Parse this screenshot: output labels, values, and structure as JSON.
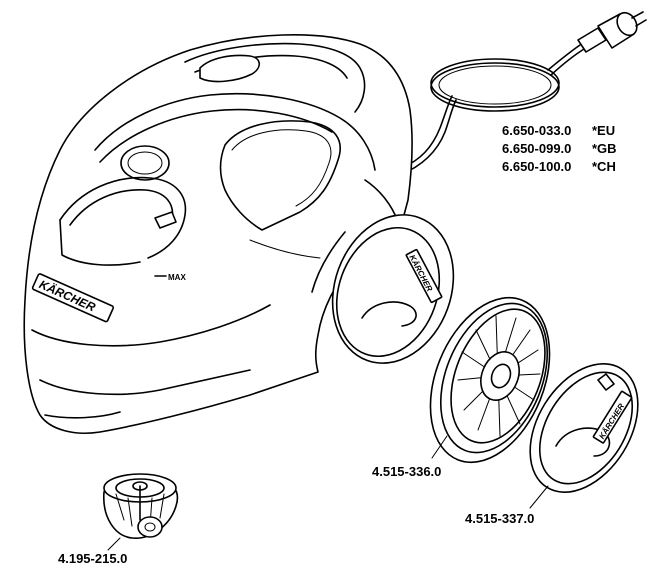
{
  "parts": {
    "power_cord": {
      "lines": [
        {
          "number": "6.650-033.0",
          "suffix": "*EU"
        },
        {
          "number": "6.650-099.0",
          "suffix": "*GB"
        },
        {
          "number": "6.650-100.0",
          "suffix": "*CH"
        }
      ]
    },
    "wheel": {
      "number": "4.515-336.0"
    },
    "wheel_cover": {
      "number": "4.515-337.0"
    },
    "castor": {
      "number": "4.195-215.0"
    }
  },
  "body": {
    "brand": "KÄRCHER",
    "max_label": "MAX"
  }
}
